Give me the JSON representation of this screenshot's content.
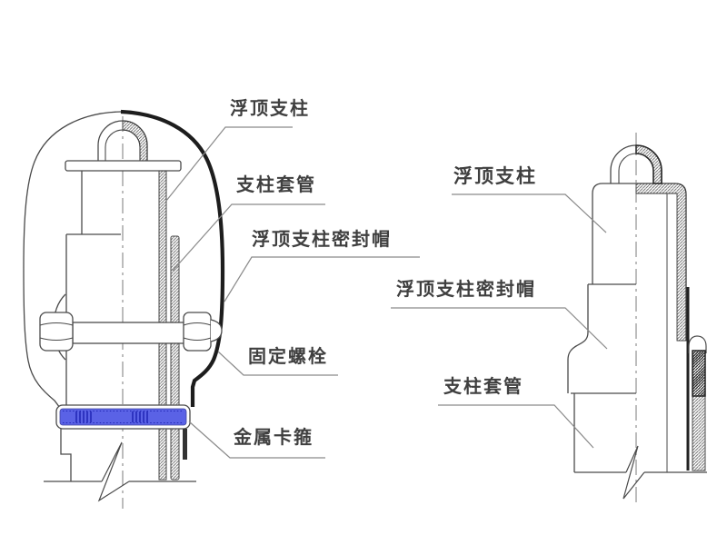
{
  "colors": {
    "background": "#ffffff",
    "line": "#4a4a4a",
    "thick_line": "#1d1d1d",
    "leader": "#8a8a8a",
    "label_text": "#3f3f3f",
    "clamp_blue": "#5a62e6",
    "clamp_blue_dark": "#2228b5"
  },
  "left_diagram": {
    "labels": [
      {
        "text": "浮顶支柱"
      },
      {
        "text": "支柱套管"
      },
      {
        "text": "浮顶支柱密封帽"
      },
      {
        "text": "固定螺栓"
      },
      {
        "text": "金属卡箍"
      }
    ]
  },
  "right_diagram": {
    "labels": [
      {
        "text": "浮顶支柱"
      },
      {
        "text": "浮顶支柱密封帽"
      },
      {
        "text": "支柱套管"
      }
    ]
  }
}
